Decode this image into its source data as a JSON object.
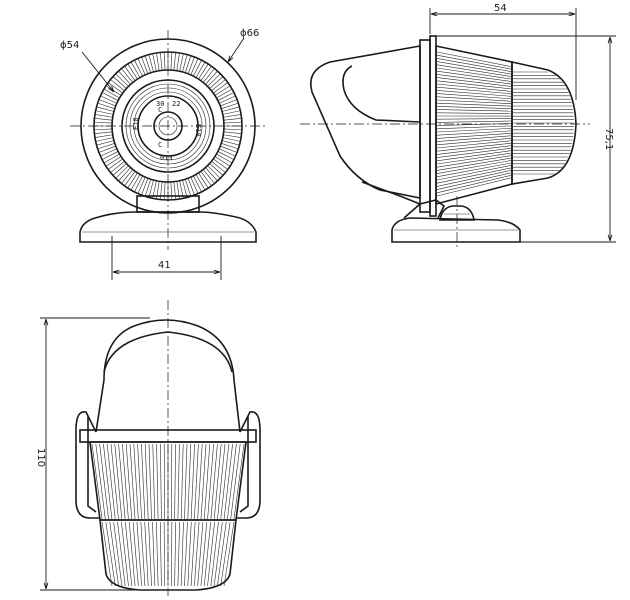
{
  "drawing": {
    "front_view": {
      "outer_diameter": "ϕ66",
      "lens_diameter": "ϕ54",
      "base_width": "41",
      "lens_marks": [
        "30",
        "22",
        "C",
        "C",
        "E10",
        "E10",
        "013"
      ]
    },
    "side_view": {
      "depth": "54",
      "height": "75,1"
    },
    "bottom_view": {
      "overall_height": "110"
    }
  }
}
